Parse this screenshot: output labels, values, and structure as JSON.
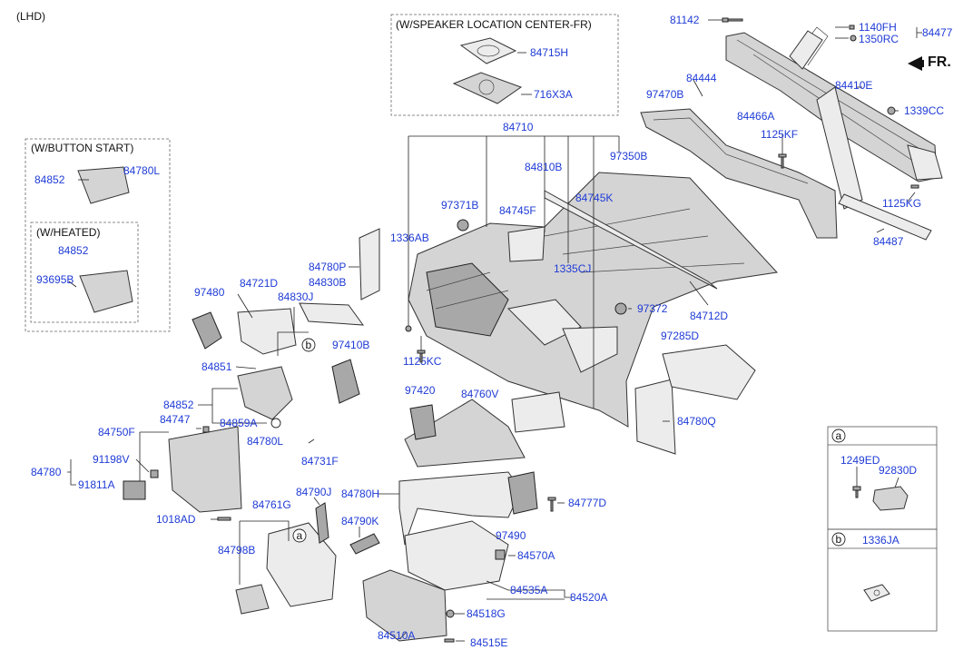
{
  "header": {
    "variant": "(LHD)",
    "direction": "FR."
  },
  "groups": {
    "speaker": "(W/SPEAKER LOCATION CENTER-FR)",
    "button_start": "(W/BUTTON START)",
    "heated": "(W/HEATED)"
  },
  "legend": {
    "a": "a",
    "b": "b",
    "a_parts": [
      "1249ED",
      "92830D"
    ],
    "b_part": "1336JA"
  },
  "parts": {
    "p81142": "81142",
    "p1140FH": "1140FH",
    "p1350RC": "1350RC",
    "p84477": "84477",
    "p84715H": "84715H",
    "p716X3A": "716X3A",
    "p84710": "84710",
    "p84444": "84444",
    "p97470B": "97470B",
    "p84410E": "84410E",
    "p1339CC": "1339CC",
    "p84466A": "84466A",
    "p1125KF": "1125KF",
    "p97350B": "97350B",
    "p84810B": "84810B",
    "p84745K": "84745K",
    "p84745F": "84745F",
    "p97371B": "97371B",
    "p1336AB": "1336AB",
    "p1335CJ": "1335CJ",
    "p1125KG": "1125KG",
    "p84487": "84487",
    "p84852a": "84852",
    "p84780L_top": "84780L",
    "p84852b": "84852",
    "p93695B": "93695B",
    "p84780P": "84780P",
    "p84830B": "84830B",
    "p84721D": "84721D",
    "p84830J": "84830J",
    "p97480": "97480",
    "p97372": "97372",
    "p84712D": "84712D",
    "p97285D": "97285D",
    "p1125KC": "1125KC",
    "p97410B": "97410B",
    "p84851": "84851",
    "p84852c": "84852",
    "p84747": "84747",
    "p84859A": "84859A",
    "p84750F": "84750F",
    "p84780L_mid": "84780L",
    "p84731F": "84731F",
    "p97420": "97420",
    "p84760V": "84760V",
    "p84780Q": "84780Q",
    "p91198V": "91198V",
    "p84780": "84780",
    "p91811A": "91811A",
    "p84780H": "84780H",
    "p84790J": "84790J",
    "p84777D": "84777D",
    "p1018AD": "1018AD",
    "p84761G": "84761G",
    "p84790K": "84790K",
    "p97490": "97490",
    "p84798B": "84798B",
    "p84570A": "84570A",
    "p84535A": "84535A",
    "p84520A": "84520A",
    "p84518G": "84518G",
    "p84510A": "84510A",
    "p84515E": "84515E"
  }
}
